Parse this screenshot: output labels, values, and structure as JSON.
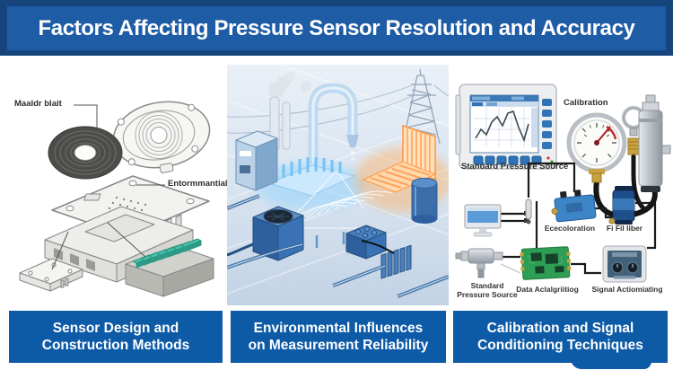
{
  "title": "Factors Affecting Pressure Sensor Resolution and Accuracy",
  "left_panel": {
    "label_membrane": "Maaldr blait",
    "label_element": "Entormmantial"
  },
  "right_panel": {
    "calibration_label": "Calibration",
    "monitor_label": "Standard Pressure Source",
    "accel_label": "Ececoloration",
    "filter_label": "Fi Fil liber",
    "source_label_line1": "Standard",
    "source_label_line2": "Pressure Source",
    "daq_label": "Data Aclalgriitiog",
    "signal_label": "Signal Actiomiating"
  },
  "captions": [
    {
      "line1": "Sensor Design and",
      "line2": "Construction Methods"
    },
    {
      "line1": "Environmental Influences",
      "line2": "on Measurement Reliability"
    },
    {
      "line1": "Calibration and Signal",
      "line2": "Conditioning Techniques"
    }
  ],
  "colors": {
    "banner_outer": "#16447c",
    "banner_inner": "#1e5ca6",
    "caption_box": "#0d5aa6",
    "glow_blue": "#8fd4ff",
    "glow_orange": "#ffa45e",
    "teal": "#49c3ac",
    "pcb_green": "#2f9e55"
  }
}
